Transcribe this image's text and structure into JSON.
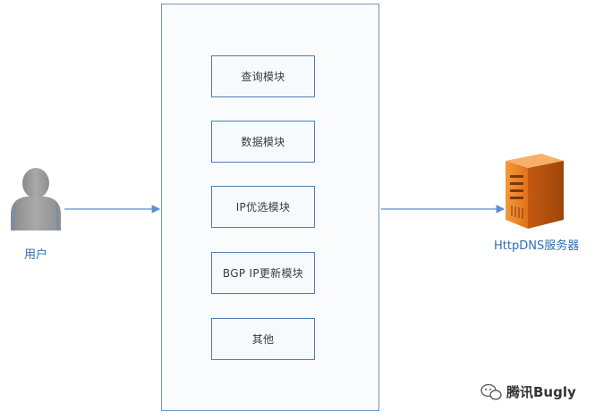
{
  "user": {
    "label": "用户"
  },
  "modules": [
    {
      "label": "查询模块"
    },
    {
      "label": "数据模块"
    },
    {
      "label": "IP优选模块"
    },
    {
      "label": "BGP IP更新模块"
    },
    {
      "label": "其他"
    }
  ],
  "server": {
    "label": "HttpDNS服务器"
  },
  "watermark": {
    "text": "腾讯Bugly"
  },
  "colors": {
    "border": "#4f7fb8",
    "arrow": "#5b8fd0",
    "label": "#2e6fb3",
    "server": "#e8731b"
  }
}
